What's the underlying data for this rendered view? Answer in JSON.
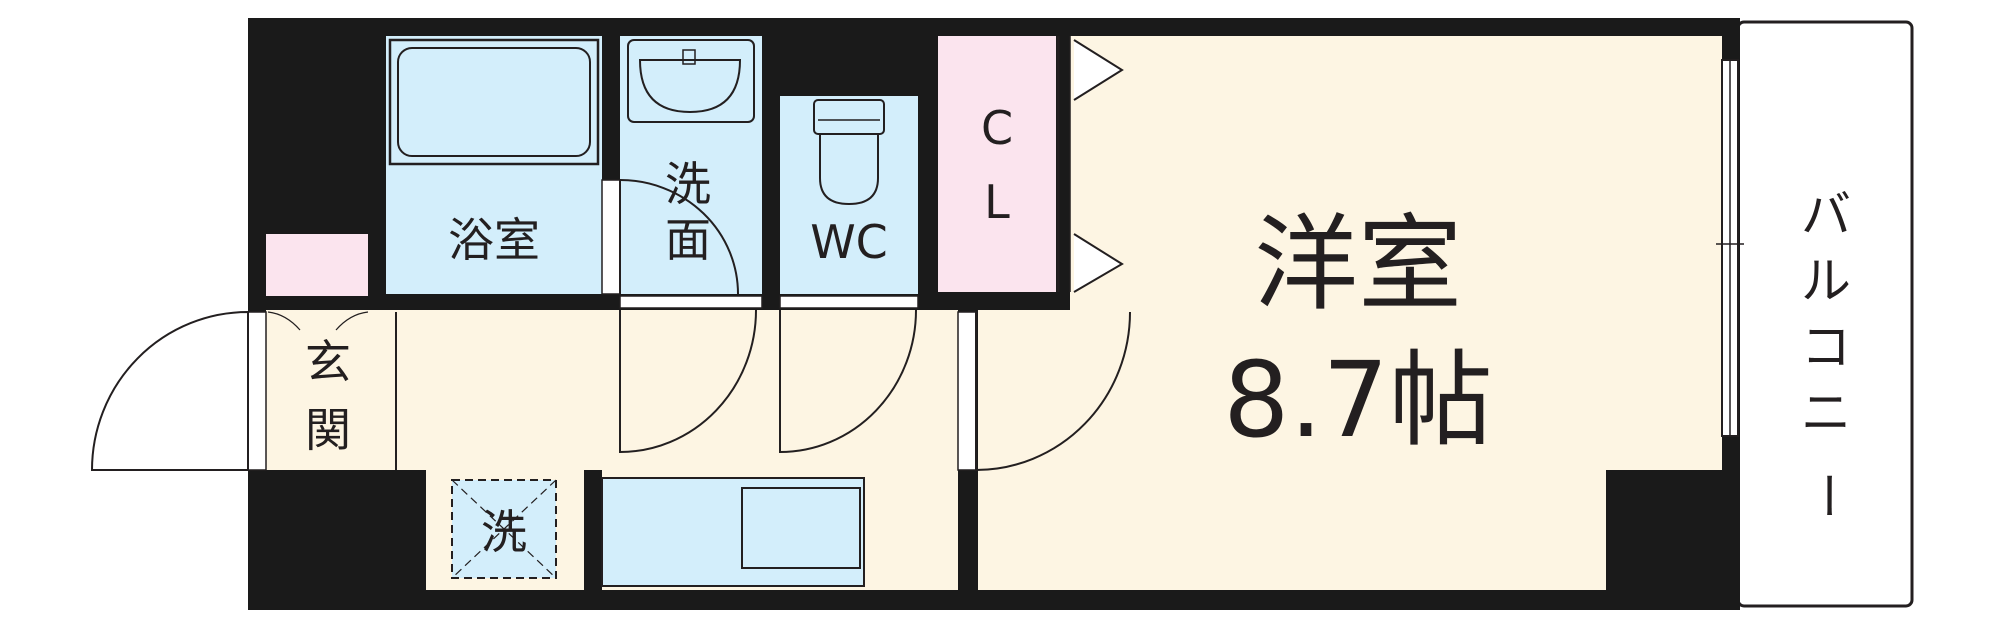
{
  "rooms": {
    "bathroom": "浴室",
    "washroom": "洗面",
    "toilet": "WC",
    "closet": "CL",
    "western_room": "洋室",
    "western_room_size": "8.7帖",
    "entrance": "玄関",
    "washer_space": "洗",
    "balcony": "バルコニー"
  },
  "colors": {
    "wall": "#1a1a1a",
    "floor": "#fdf5e3",
    "wet_area": "#d3eefb",
    "closet": "#fbe4ee",
    "shoe_box": "#fbe4ee",
    "balcony": "#ffffff",
    "line": "#231f20"
  }
}
